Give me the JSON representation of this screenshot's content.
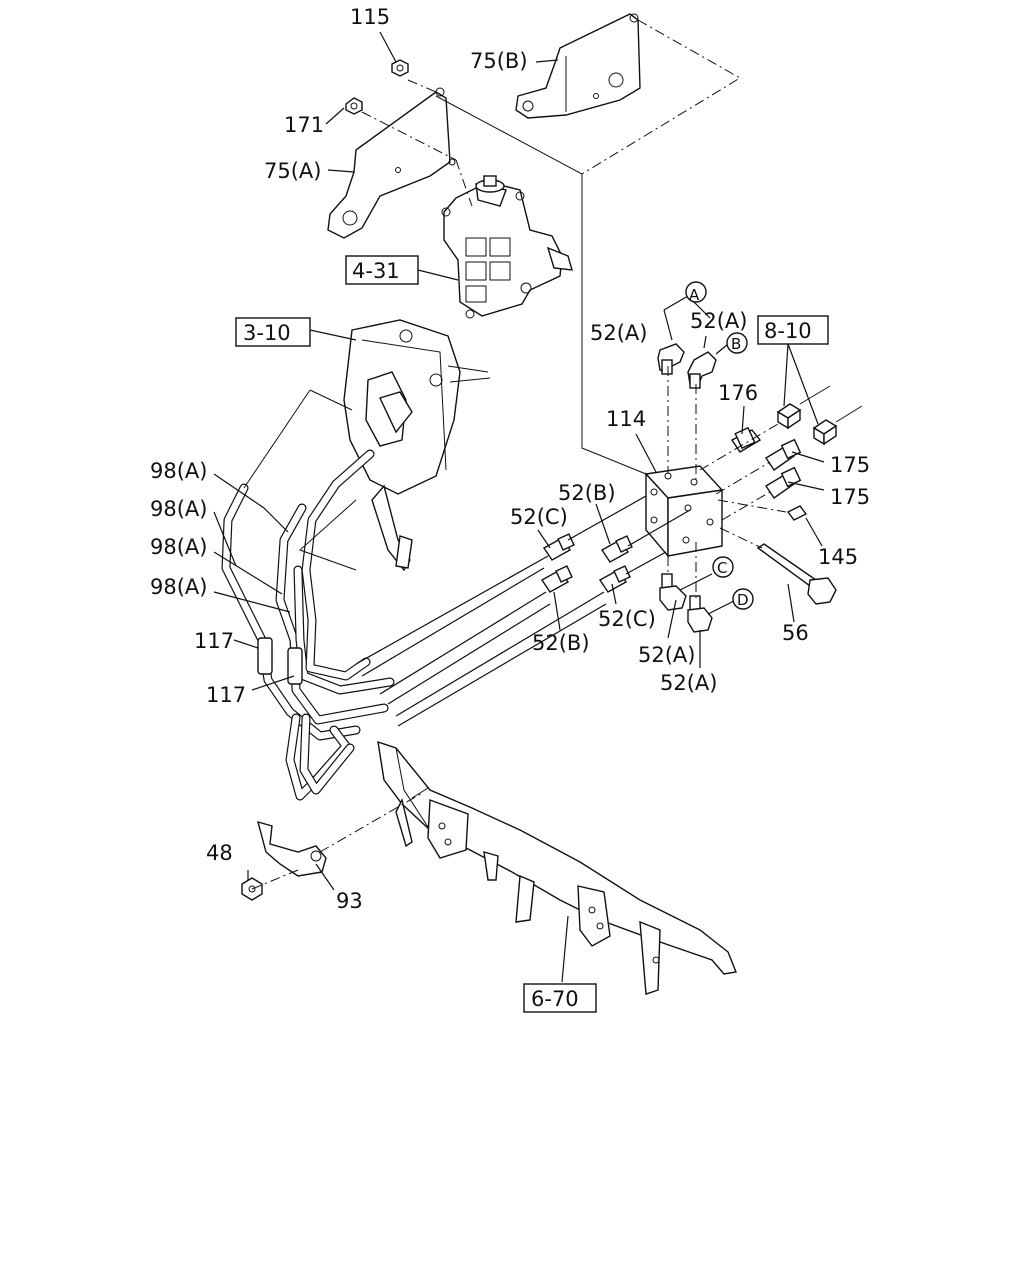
{
  "labels": {
    "l115": "115",
    "l75b": "75(B)",
    "l171": "171",
    "l75a": "75(A)",
    "ref431": "4-31",
    "ref310": "3-10",
    "circA": "A",
    "circB": "B",
    "circC": "C",
    "circD": "D",
    "l52a_1": "52(A)",
    "l52a_2": "52(A)",
    "ref810": "8-10",
    "l176": "176",
    "l114": "114",
    "l175_1": "175",
    "l175_2": "175",
    "l52b_top": "52(B)",
    "l52c_top": "52(C)",
    "l145": "145",
    "l98a_1": "98(A)",
    "l98a_2": "98(A)",
    "l98a_3": "98(A)",
    "l98a_4": "98(A)",
    "l117_1": "117",
    "l117_2": "117",
    "l52c_bot": "52(C)",
    "l52b_bot": "52(B)",
    "l52a_3": "52(A)",
    "l52a_4": "52(A)",
    "l56": "56",
    "l48": "48",
    "l93": "93",
    "ref670": "6-70"
  }
}
